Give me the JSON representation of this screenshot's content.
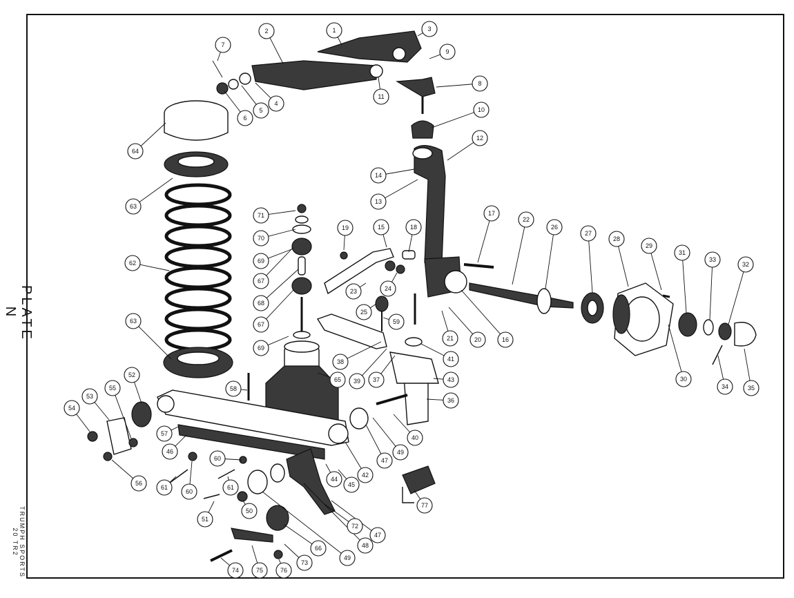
{
  "plate": {
    "label": "PLATE  N",
    "caption": "TRUMPH SPORTS 20 TR2"
  },
  "callouts": [
    {
      "num": "1"
    },
    {
      "num": "2"
    },
    {
      "num": "3"
    },
    {
      "num": "4"
    },
    {
      "num": "5"
    },
    {
      "num": "6"
    },
    {
      "num": "7"
    },
    {
      "num": "8"
    },
    {
      "num": "9"
    },
    {
      "num": "10"
    },
    {
      "num": "11"
    },
    {
      "num": "12"
    },
    {
      "num": "13"
    },
    {
      "num": "14"
    },
    {
      "num": "15"
    },
    {
      "num": "16"
    },
    {
      "num": "17"
    },
    {
      "num": "18"
    },
    {
      "num": "19"
    },
    {
      "num": "20"
    },
    {
      "num": "21"
    },
    {
      "num": "22"
    },
    {
      "num": "23"
    },
    {
      "num": "24"
    },
    {
      "num": "25"
    },
    {
      "num": "26"
    },
    {
      "num": "27"
    },
    {
      "num": "28"
    },
    {
      "num": "29"
    },
    {
      "num": "30"
    },
    {
      "num": "31"
    },
    {
      "num": "32"
    },
    {
      "num": "33"
    },
    {
      "num": "34"
    },
    {
      "num": "35"
    },
    {
      "num": "36"
    },
    {
      "num": "37"
    },
    {
      "num": "38"
    },
    {
      "num": "39"
    },
    {
      "num": "40"
    },
    {
      "num": "41"
    },
    {
      "num": "42"
    },
    {
      "num": "43"
    },
    {
      "num": "44"
    },
    {
      "num": "45"
    },
    {
      "num": "46"
    },
    {
      "num": "47"
    },
    {
      "num": "48"
    },
    {
      "num": "49"
    },
    {
      "num": "50"
    },
    {
      "num": "51"
    },
    {
      "num": "52"
    },
    {
      "num": "53"
    },
    {
      "num": "54"
    },
    {
      "num": "55"
    },
    {
      "num": "56"
    },
    {
      "num": "57"
    },
    {
      "num": "58"
    },
    {
      "num": "59"
    },
    {
      "num": "60"
    },
    {
      "num": "61"
    },
    {
      "num": "62"
    },
    {
      "num": "63"
    },
    {
      "num": "64"
    },
    {
      "num": "65"
    },
    {
      "num": "66"
    },
    {
      "num": "67"
    },
    {
      "num": "68"
    },
    {
      "num": "69"
    },
    {
      "num": "70"
    },
    {
      "num": "71"
    },
    {
      "num": "72"
    },
    {
      "num": "73"
    },
    {
      "num": "74"
    },
    {
      "num": "75"
    },
    {
      "num": "76"
    },
    {
      "num": "77"
    }
  ]
}
